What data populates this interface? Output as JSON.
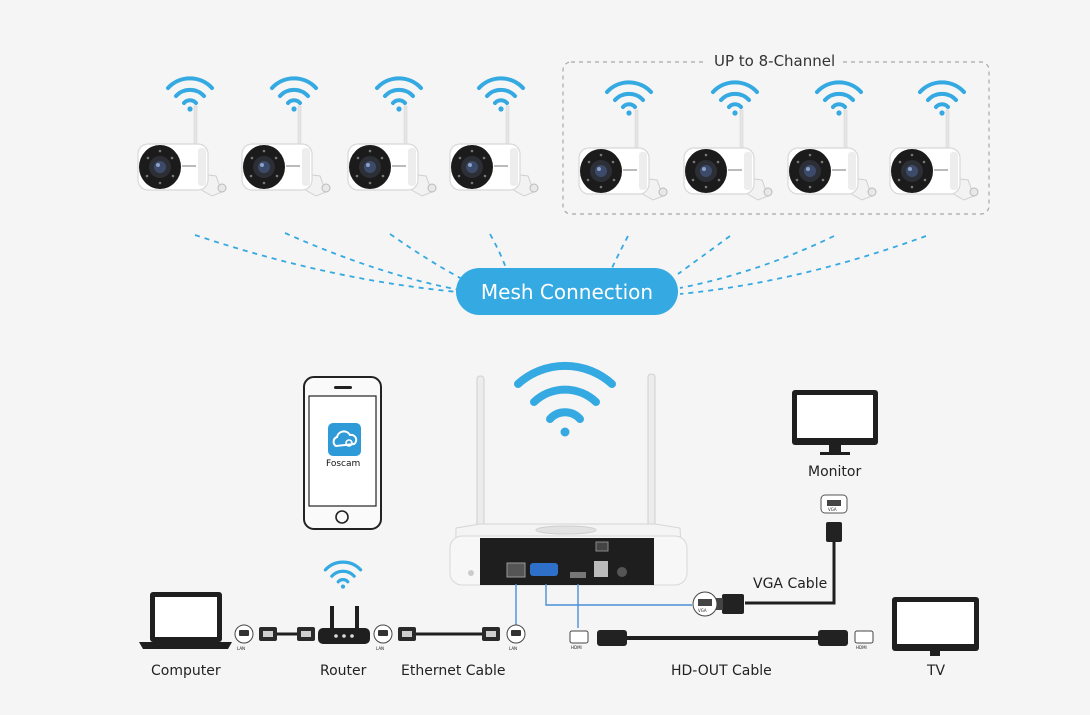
{
  "diagram": {
    "channel_label": "UP to 8-Channel",
    "mesh_label": "Mesh Connection",
    "app_name": "Foscam",
    "devices": {
      "monitor": "Monitor",
      "computer": "Computer",
      "router": "Router",
      "tv": "TV"
    },
    "cables": {
      "vga": "VGA Cable",
      "ethernet": "Ethernet Cable",
      "hdout": "HD-OUT Cable"
    },
    "port_tags": {
      "lan": "LAN",
      "vga": "VGA",
      "hdmi": "HDMI"
    },
    "camera_count": 8,
    "colors": {
      "accent": "#35a9e1",
      "device_dark": "#1f1f1f",
      "background": "#f5f5f5",
      "camera_body": "#ffffff"
    }
  }
}
